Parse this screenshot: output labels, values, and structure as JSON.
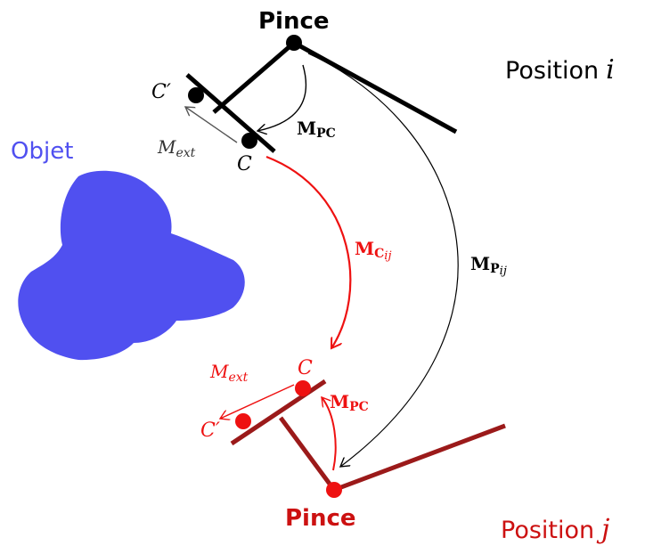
{
  "labels": {
    "pince_top": "Pince",
    "pince_bottom": "Pince",
    "position_i_word": "Position",
    "position_i_var": "i",
    "position_j_word": "Position",
    "position_j_var": "j",
    "objet": "Objet",
    "c_prime_top": "C′",
    "c_top": "C",
    "mext_top_base": "M",
    "mext_top_sub": "ext",
    "mpc_top_base": "M",
    "mpc_top_sub": "PC",
    "mcij_base": "M",
    "mcij_sub": "C",
    "mcij_subsub": "ij",
    "mpij_base": "M",
    "mpij_sub": "P",
    "mpij_subsub": "ij",
    "c_bottom": "C",
    "c_prime_bottom": "C′",
    "mext_bottom_base": "M",
    "mext_bottom_sub": "ext",
    "mpc_bottom_base": "M",
    "mpc_bottom_sub": "PC"
  },
  "colors": {
    "black": "#000000",
    "red": "#ee1111",
    "dark_red": "#9b1a1a",
    "object_blue": "#5050f0",
    "gray_arrow": "#555555"
  }
}
